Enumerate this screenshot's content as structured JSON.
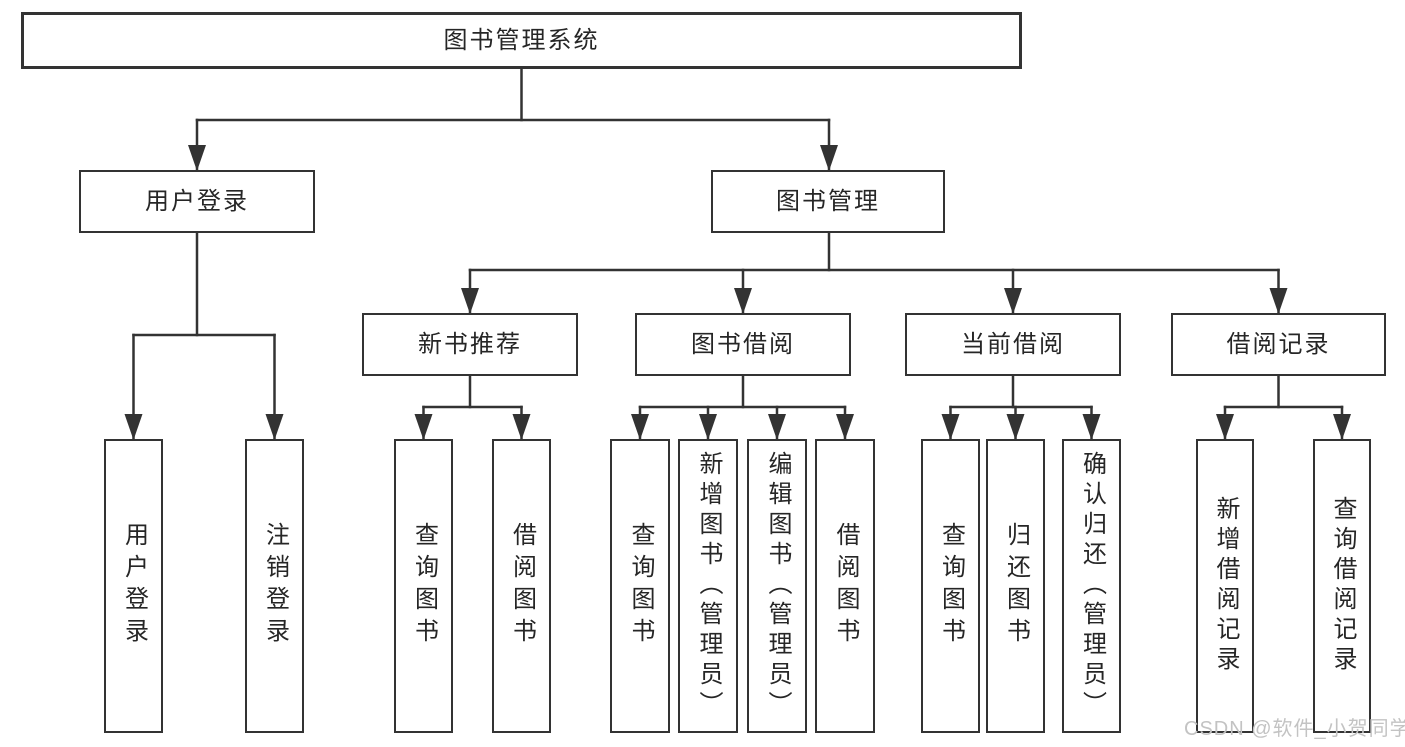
{
  "diagram_type": "hierarchy-tree",
  "colors": {
    "background": "#ffffff",
    "box_border": "#333333",
    "connector_line": "#333333",
    "text": "#262626",
    "watermark": "#c3c3c3"
  },
  "tree": {
    "root": {
      "label": "图书管理系统",
      "children": [
        {
          "label": "用户登录",
          "children": [
            {
              "label": "用户登录"
            },
            {
              "label": "注销登录"
            }
          ]
        },
        {
          "label": "图书管理",
          "children": [
            {
              "label": "新书推荐",
              "children": [
                {
                  "label": "查询图书"
                },
                {
                  "label": "借阅图书"
                }
              ]
            },
            {
              "label": "图书借阅",
              "children": [
                {
                  "label": "查询图书"
                },
                {
                  "label": "新增图书（管理员）"
                },
                {
                  "label": "编辑图书（管理员）"
                },
                {
                  "label": "借阅图书"
                }
              ]
            },
            {
              "label": "当前借阅",
              "children": [
                {
                  "label": "查询图书"
                },
                {
                  "label": "归还图书"
                },
                {
                  "label": "确认归还（管理员）"
                }
              ]
            },
            {
              "label": "借阅记录",
              "children": [
                {
                  "label": "新增借阅记录"
                },
                {
                  "label": "查询借阅记录"
                }
              ]
            }
          ]
        }
      ]
    }
  },
  "watermark": {
    "text": "CSDN @软件_小贺同学"
  }
}
